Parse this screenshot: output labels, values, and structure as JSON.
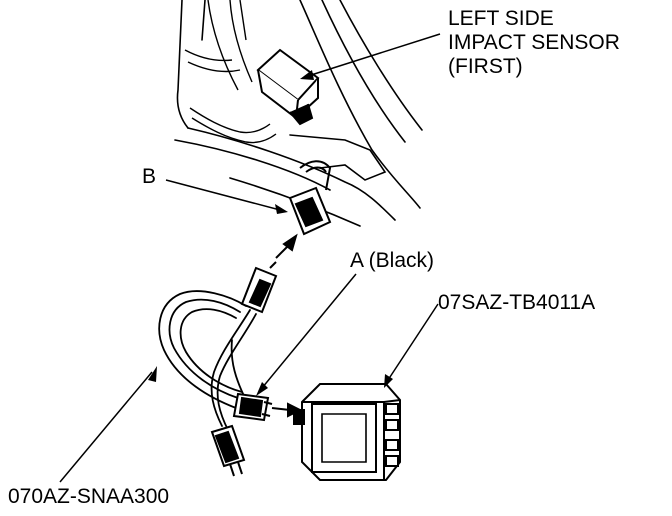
{
  "labels": {
    "sensor_line1": "LEFT SIDE",
    "sensor_line2": "IMPACT SENSOR",
    "sensor_line3": "(FIRST)",
    "connector_b": "B",
    "connector_a": "A (Black)",
    "tool_box": "07SAZ-TB4011A",
    "tool_harness": "070AZ-SNAA300"
  }
}
